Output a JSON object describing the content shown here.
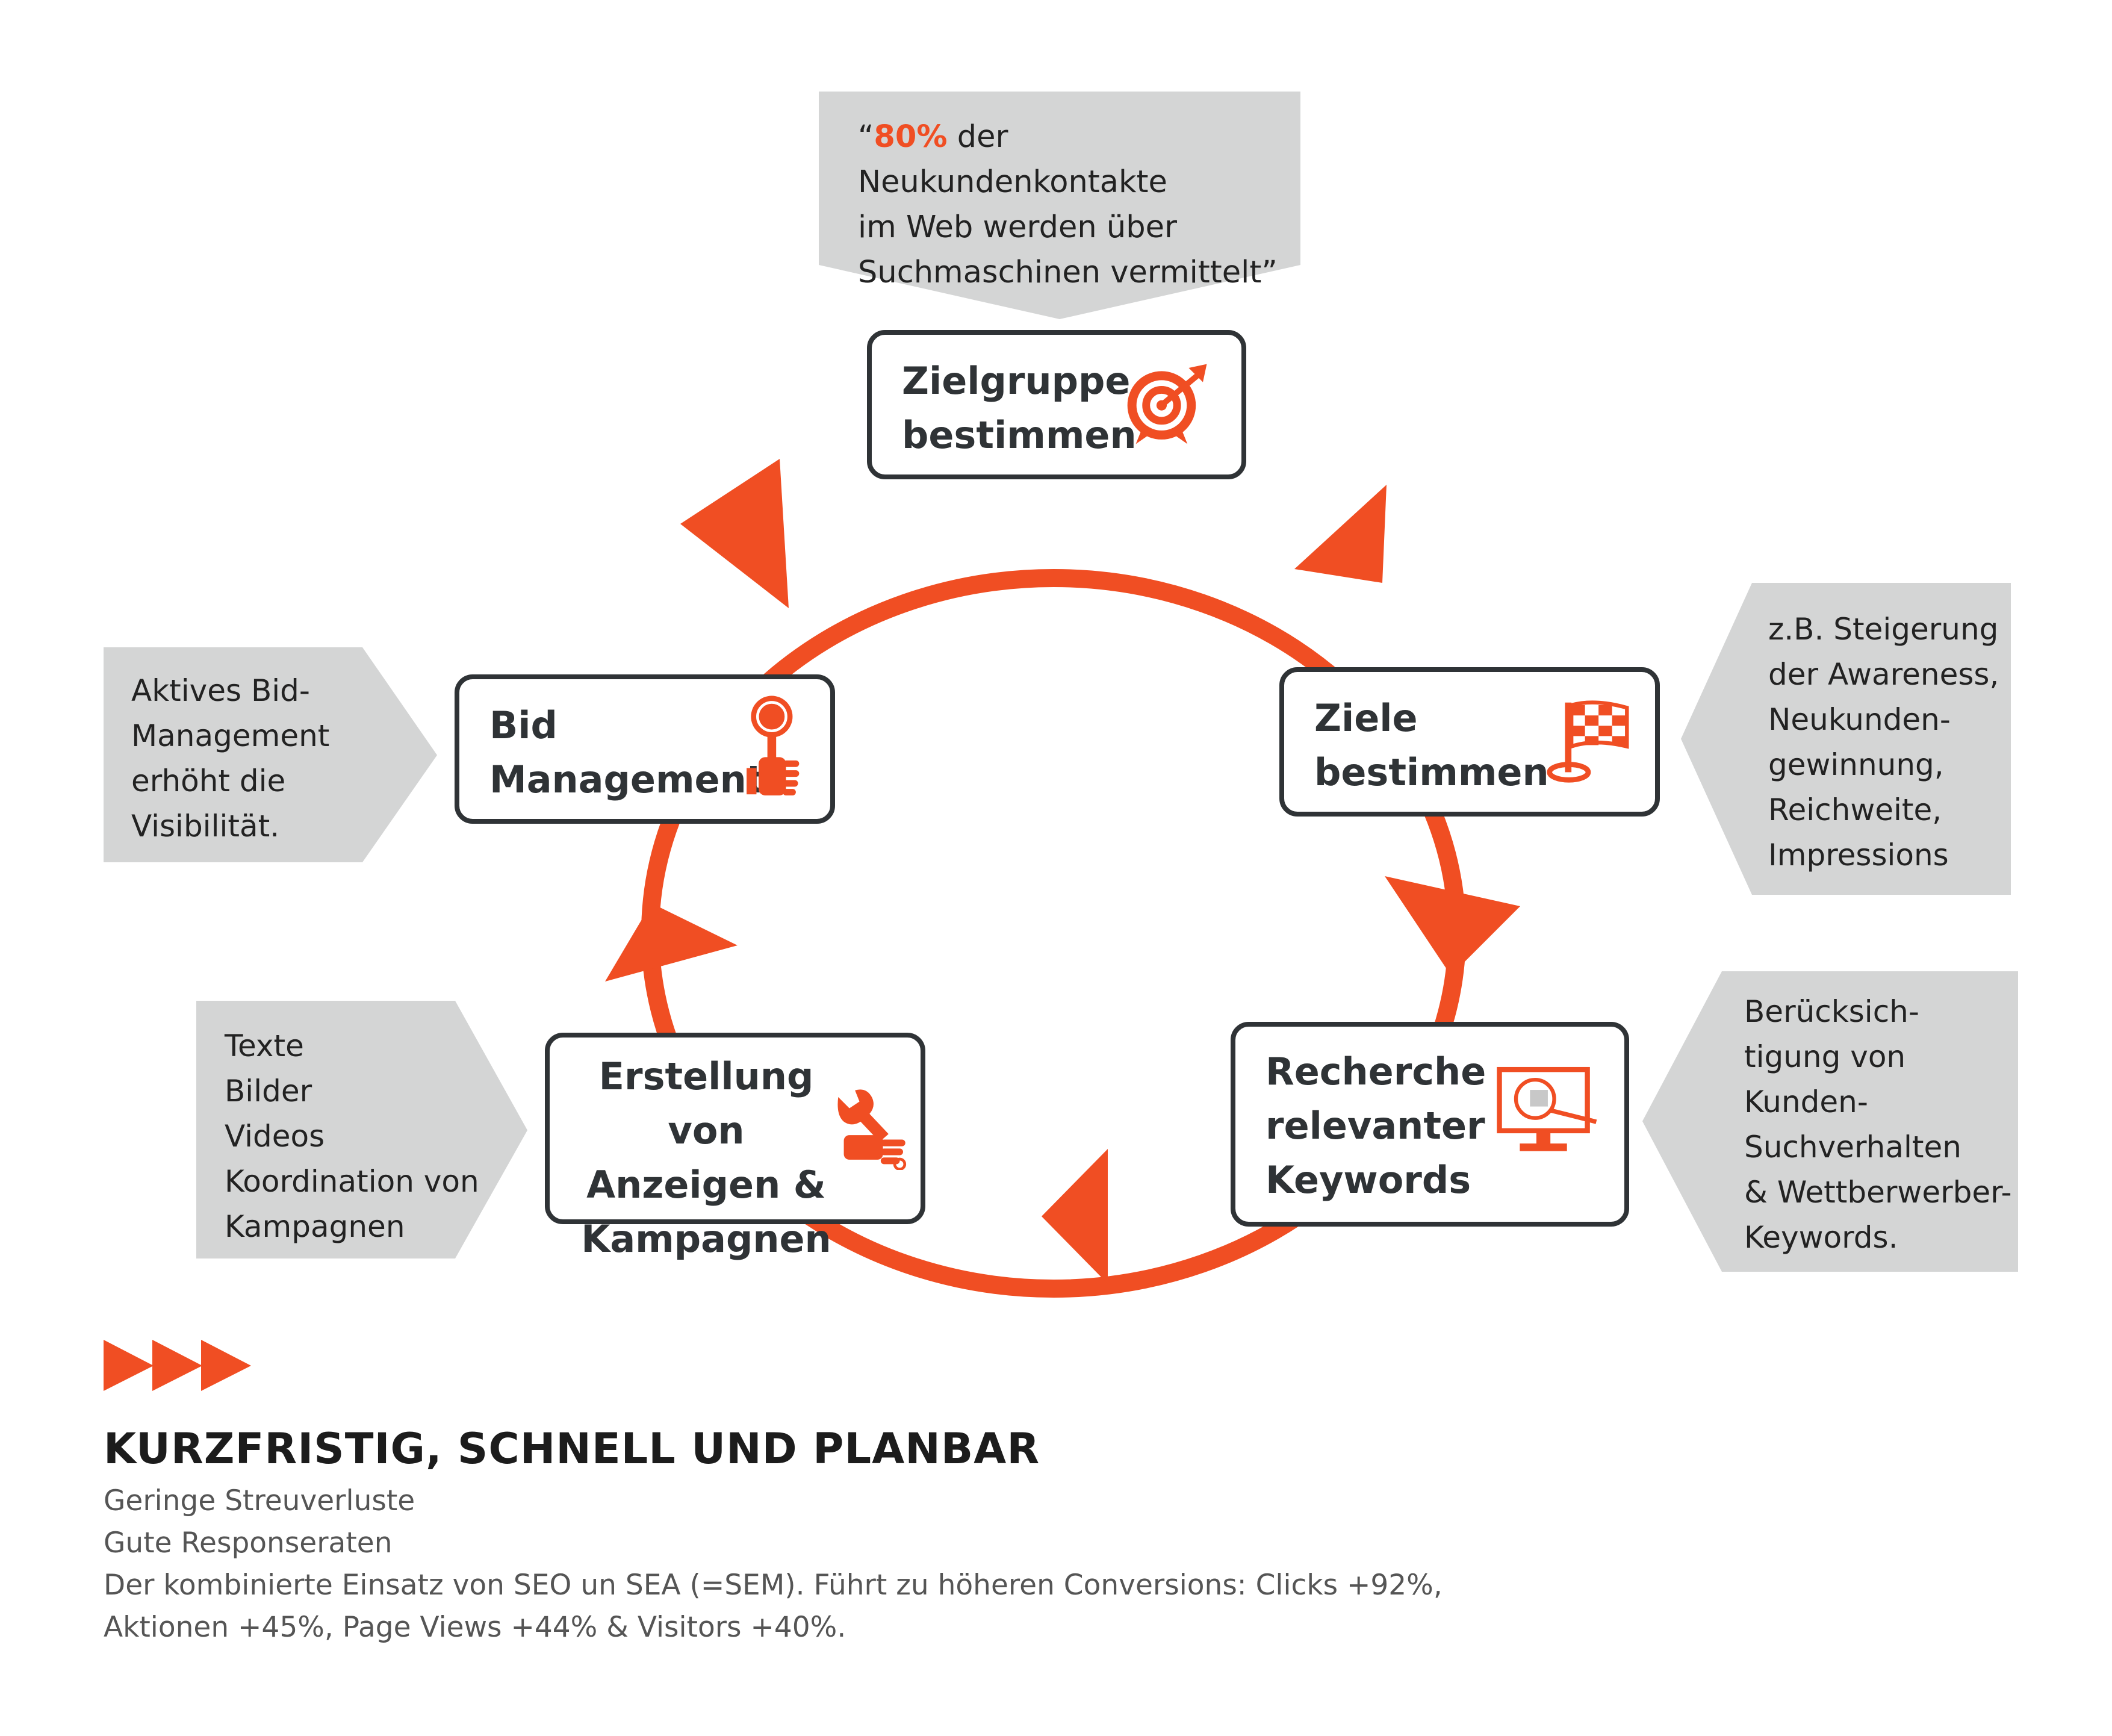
{
  "colors": {
    "accent": "#f04e23",
    "box_border": "#2f3336",
    "callout_gray": "#d4d5d5",
    "text_dark": "#2b2b2b"
  },
  "quote": {
    "open_mark": "“",
    "highlight": "80%",
    "text_line1": " der Neukundenkontakte",
    "text_line2": "im Web werden über",
    "text_line3": "Suchmaschinen vermittelt”"
  },
  "steps": [
    {
      "id": "zielgruppe",
      "label": "Zielgruppe\nbestimmen",
      "icon": "target-icon"
    },
    {
      "id": "ziele",
      "label": "Ziele\nbestimmen",
      "icon": "flag-icon"
    },
    {
      "id": "recherche",
      "label": "Recherche\nrelevanter\nKeywords",
      "icon": "monitor-search-icon"
    },
    {
      "id": "erstellung",
      "label": "Erstellung von\nAnzeigen &\nKampagnen",
      "icon": "wrench-hand-icon"
    },
    {
      "id": "bid",
      "label": "Bid\nManagement",
      "icon": "auction-paddle-icon"
    }
  ],
  "notes": {
    "ziele": "z.B. Steigerung\nder Awareness,\nNeukunden-\ngewinnung,\nReichweite,\nImpressions",
    "recherche": "Berücksich-\ntigung von\nKunden-\nSuchverhalten\n& Wettberwerber-\nKeywords.",
    "erstellung": "Texte\nBilder\nVideos\nKoordination von\nKampagnen",
    "bid": "Aktives Bid-\nManagement\nerhöht die\nVisibilität."
  },
  "footer": {
    "icon": "triple-arrow-icon",
    "heading": "KURZFRISTIG, SCHNELL UND PLANBAR",
    "lines": [
      "Geringe Streuverluste",
      "Gute Responseraten",
      "Der kombinierte Einsatz von SEO un SEA (=SEM). Führt zu höheren Conversions: Clicks +92%,",
      "Aktionen +45%, Page Views +44% & Visitors +40%."
    ]
  }
}
